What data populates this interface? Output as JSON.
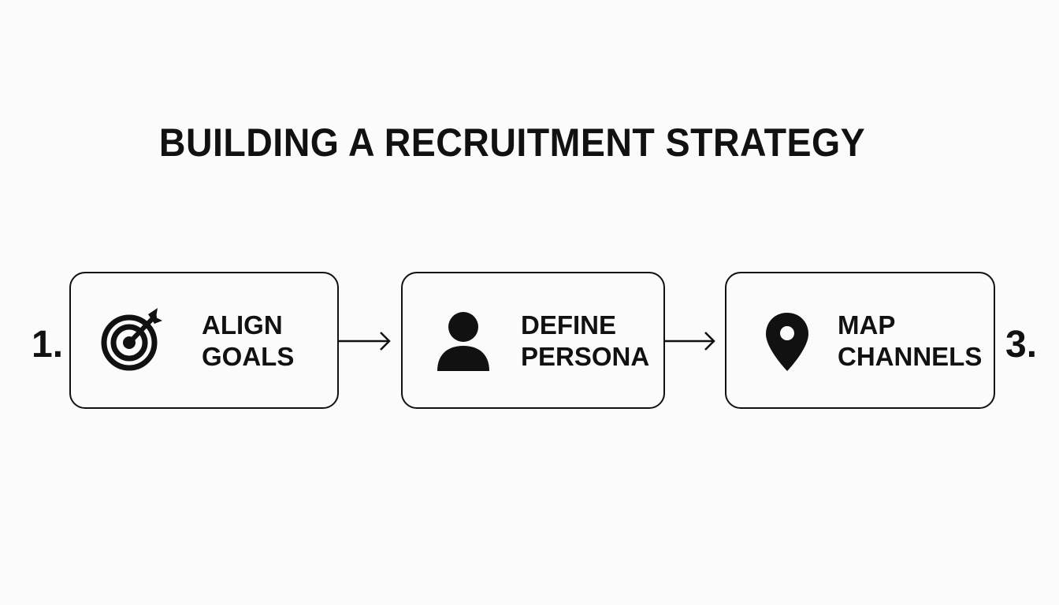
{
  "title": "BUILDING A RECRUITMENT STRATEGY",
  "step_numbers": {
    "first": "1.",
    "last": "3."
  },
  "steps": [
    {
      "line1": "ALIGN",
      "line2": "GOALS",
      "icon": "target-icon"
    },
    {
      "line1": "DEFINE",
      "line2": "PERSONA",
      "icon": "person-icon"
    },
    {
      "line1": "MAP",
      "line2": "CHANNELS",
      "icon": "location-pin-icon"
    }
  ],
  "colors": {
    "background": "#fbfbfb",
    "ink": "#111111"
  }
}
